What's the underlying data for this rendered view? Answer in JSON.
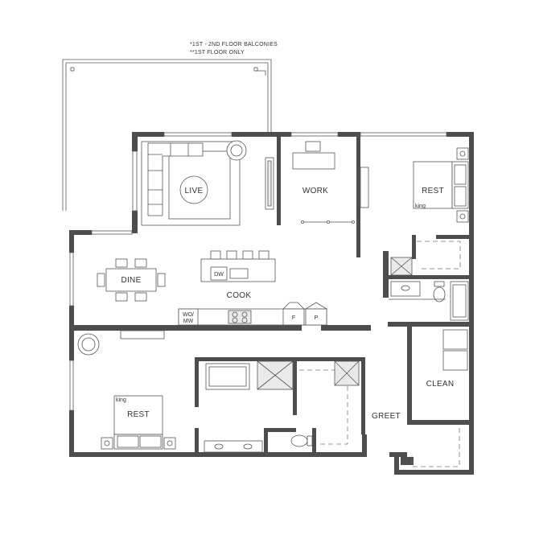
{
  "notes": {
    "balconies": "*1ST - 2ND FLOOR BALCONIES",
    "first_floor": "**1ST FLOOR ONLY"
  },
  "rooms": {
    "live": "LIVE",
    "work": "WORK",
    "rest_main": "REST",
    "dine": "DINE",
    "cook": "COOK",
    "rest_second": "REST",
    "clean": "CLEAN",
    "greet": "GREET"
  },
  "labels": {
    "dw": "DW",
    "wo_mw_1": "WO/",
    "wo_mw_2": "MW",
    "fridge": "F",
    "pantry": "P",
    "king_main": "king",
    "king_second": "king"
  },
  "colors": {
    "wall": "#4d4d4f",
    "line": "#555555"
  }
}
